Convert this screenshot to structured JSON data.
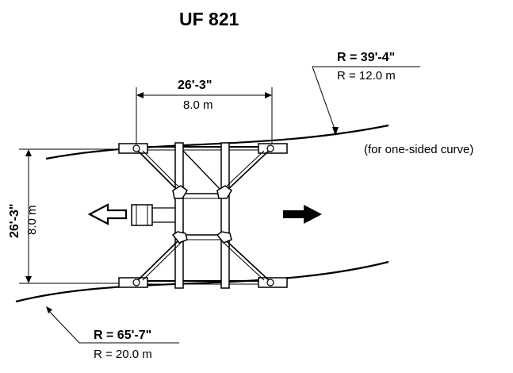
{
  "title": "UF 821",
  "span_dimension": {
    "imperial": "26'-3\"",
    "metric": "8.0 m"
  },
  "height_dimension": {
    "imperial": "26'-3\"",
    "metric": "8.0 m"
  },
  "upper_radius": {
    "imperial": "R = 39'-4\"",
    "metric": "R = 12.0 m"
  },
  "lower_radius": {
    "imperial": "R = 65'-7\"",
    "metric": "R = 20.0 m"
  },
  "curve_note": "(for one-sided curve)",
  "icons": {
    "left_arrow": "left-direction-arrow-icon",
    "right_arrow": "right-direction-arrow-icon"
  }
}
